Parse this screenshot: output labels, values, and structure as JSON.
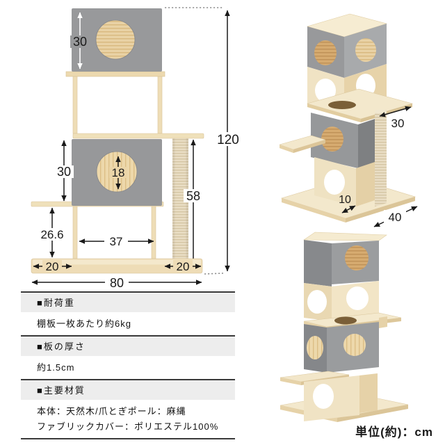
{
  "front_view": {
    "dim_top_box_height": "30",
    "dim_total_height": "120",
    "dim_lower_box_height": "30",
    "dim_hole_diameter": "18",
    "dim_pole_height": "58",
    "dim_shelf_to_base": "26.6",
    "dim_base_left": "20",
    "dim_base_center": "37",
    "dim_base_right": "20",
    "dim_base_width": "80"
  },
  "angled_view": {
    "dim_shelf_depth": "30",
    "dim_board_depth": "10",
    "dim_base_depth": "40"
  },
  "unit_note": "単位(約)：cm",
  "spec_table": {
    "rows": [
      {
        "header": "■耐荷重",
        "value": "棚板一枚あたり約6kg"
      },
      {
        "header": "■板の厚さ",
        "value": "約1.5cm"
      },
      {
        "header": "■主要材質",
        "value": "本体：天然木/爪とぎポール：麻縄",
        "value2": "ファブリックカバー：ポリエステル100%"
      }
    ]
  },
  "colors": {
    "fabric_gray": "#98999b",
    "fabric_gray_dark": "#85878a",
    "wood_light": "#f0e2c2",
    "wood_edge": "#d9c49a",
    "sisal": "#e9ddc4",
    "dim_line": "#1a1a1a",
    "table_header_bg": "#ededed"
  }
}
